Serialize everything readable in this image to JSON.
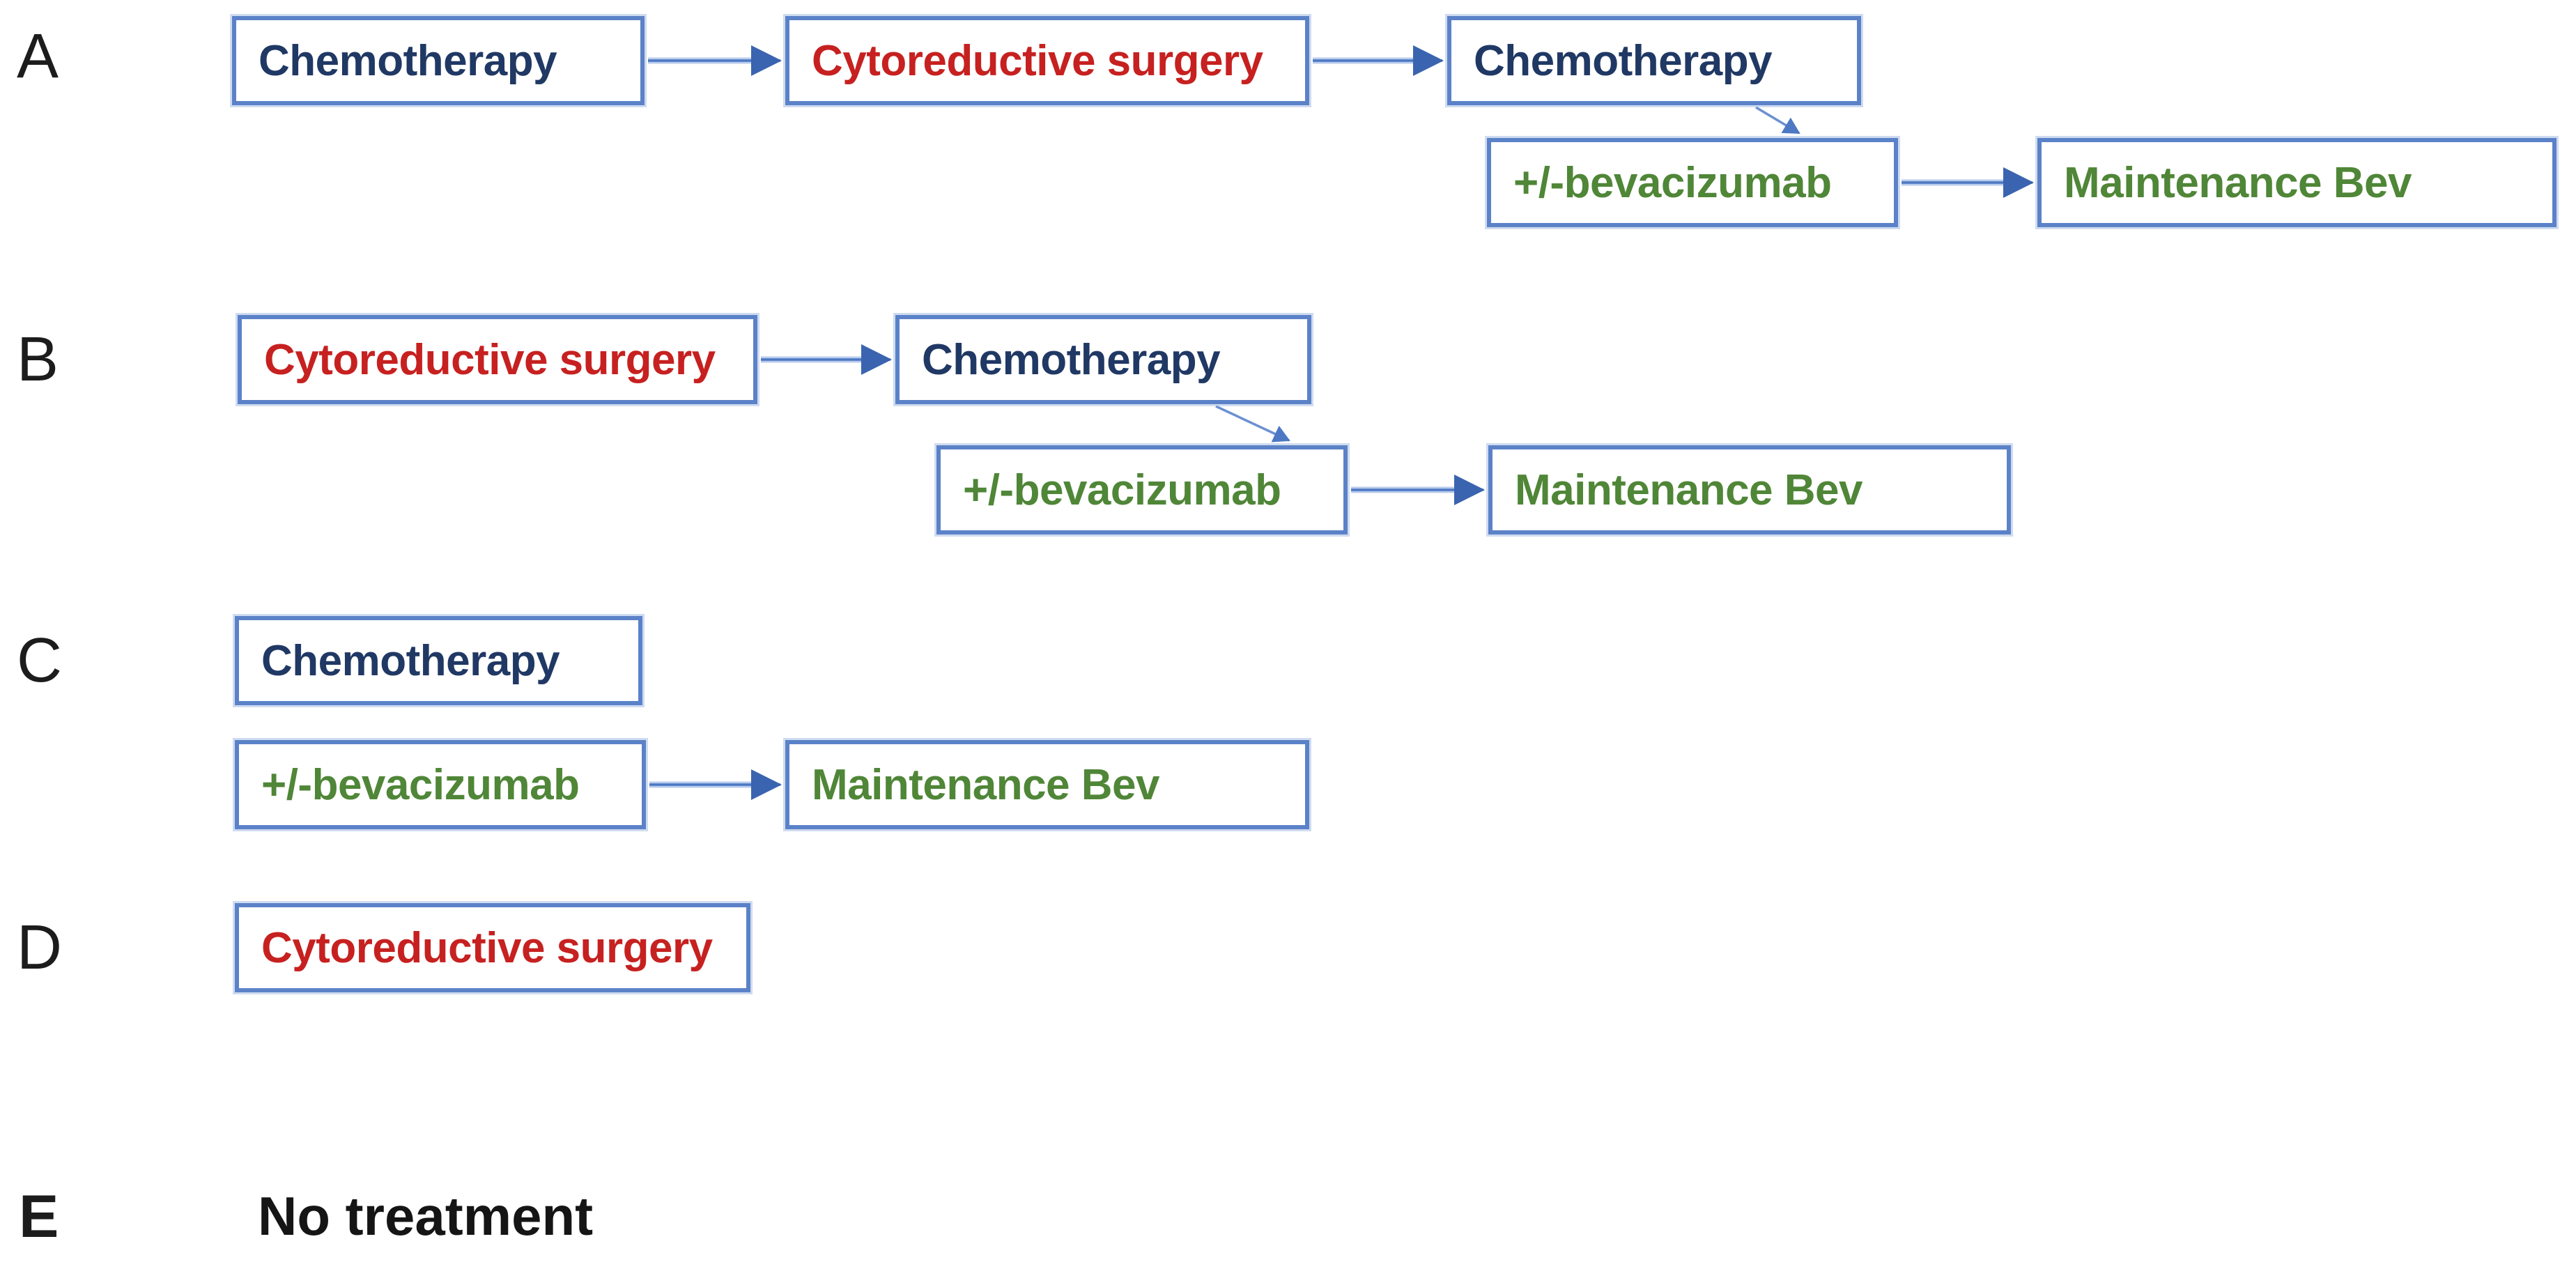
{
  "panels": {
    "a": {
      "label": "A",
      "box1": "Chemotherapy",
      "box2": "Cytoreductive surgery",
      "box3": "Chemotherapy",
      "box4": "+/-bevacizumab",
      "box5": "Maintenance Bev"
    },
    "b": {
      "label": "B",
      "box1": "Cytoreductive surgery",
      "box2": "Chemotherapy",
      "box3": "+/-bevacizumab",
      "box4": "Maintenance Bev"
    },
    "c": {
      "label": "C",
      "box1": "Chemotherapy",
      "box2": "+/-bevacizumab",
      "box3": "Maintenance Bev"
    },
    "d": {
      "label": "D",
      "box1": "Cytoreductive surgery"
    },
    "e": {
      "label": "E",
      "text": "No treatment"
    }
  },
  "colors": {
    "chemotherapy_text": "#203864",
    "surgery_text": "#c62120",
    "bevacizumab_text": "#4f8637",
    "box_border": "#5b82c8",
    "arrow_shaft": "#b9cbec",
    "arrow_core": "#4c78c4",
    "arrow_head": "#3a64af",
    "diagonal_connector": "#6c90d2",
    "label_text": "#1c1c1c",
    "background": "#ffffff"
  }
}
